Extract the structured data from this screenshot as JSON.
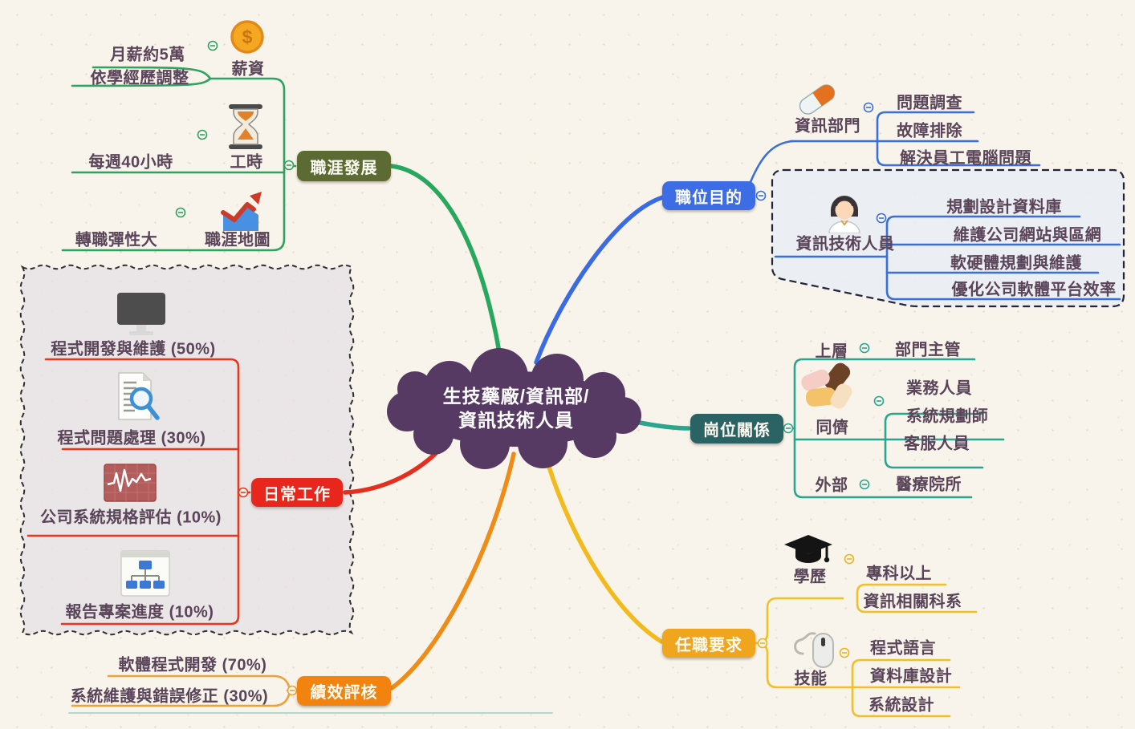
{
  "center": {
    "line1": "生技藥廠/資訊部/",
    "line2": "資訊技術人員"
  },
  "career": {
    "label": "職涯發展",
    "salary": {
      "label": "薪資",
      "monthly": "月薪約5萬",
      "adjust": "依學經歷調整"
    },
    "hours": {
      "label": "工時",
      "weekly": "每週40小時"
    },
    "map": {
      "label": "職涯地圖",
      "flex": "轉職彈性大"
    }
  },
  "purpose": {
    "label": "職位目的",
    "dept": {
      "label": "資訊部門",
      "items": [
        "問題調查",
        "故障排除",
        "解決員工電腦問題"
      ]
    },
    "staff": {
      "label": "資訊技術人員",
      "items": [
        "規劃設計資料庫",
        "維護公司網站與區網",
        "軟硬體規劃與維護",
        "優化公司軟體平台效率"
      ]
    }
  },
  "relations": {
    "label": "崗位關係",
    "upper": {
      "label": "上層",
      "item": "部門主管"
    },
    "peer": {
      "label": "同儕",
      "items": [
        "業務人員",
        "系統規劃師",
        "客服人員"
      ]
    },
    "external": {
      "label": "外部",
      "item": "醫療院所"
    }
  },
  "require": {
    "label": "任職要求",
    "edu": {
      "label": "學歷",
      "items": [
        "專科以上",
        "資訊相關科系"
      ]
    },
    "skill": {
      "label": "技能",
      "items": [
        "程式語言",
        "資料庫設計",
        "系統設計"
      ]
    }
  },
  "performance": {
    "label": "績效評核",
    "items": [
      "軟體程式開發 (70%)",
      "系統維護與錯誤修正 (30%)"
    ]
  },
  "daily": {
    "label": "日常工作",
    "items": [
      "程式開發與維護 (50%)",
      "程式問題處理 (30%)",
      "公司系統規格評估 (10%)",
      "報告專案進度 (10%)"
    ]
  },
  "icons": [
    "coin-icon",
    "hourglass-icon",
    "career-chart-icon",
    "pill-icon",
    "woman-icon",
    "hands-icon",
    "monitor-icon",
    "doc-search-icon",
    "waveform-icon",
    "flowchart-icon",
    "graduation-cap-icon",
    "mouse-icon"
  ],
  "colors": {
    "background": "#f8f4eb",
    "center_cloud": "#573a63",
    "career_node": "#5c6b33",
    "career_line": "#2da35e",
    "purpose_node": "#3d6de5",
    "purpose_line": "#3a6fd9",
    "relations_node": "#2b6364",
    "relations_line": "#2aa68e",
    "require_node": "#efa51e",
    "require_line": "#f1c027",
    "performance_node": "#f2830f",
    "performance_line": "#e9a23c",
    "daily_node": "#e8261d",
    "daily_line": "#e6371f",
    "label_text": "#5a4459"
  }
}
